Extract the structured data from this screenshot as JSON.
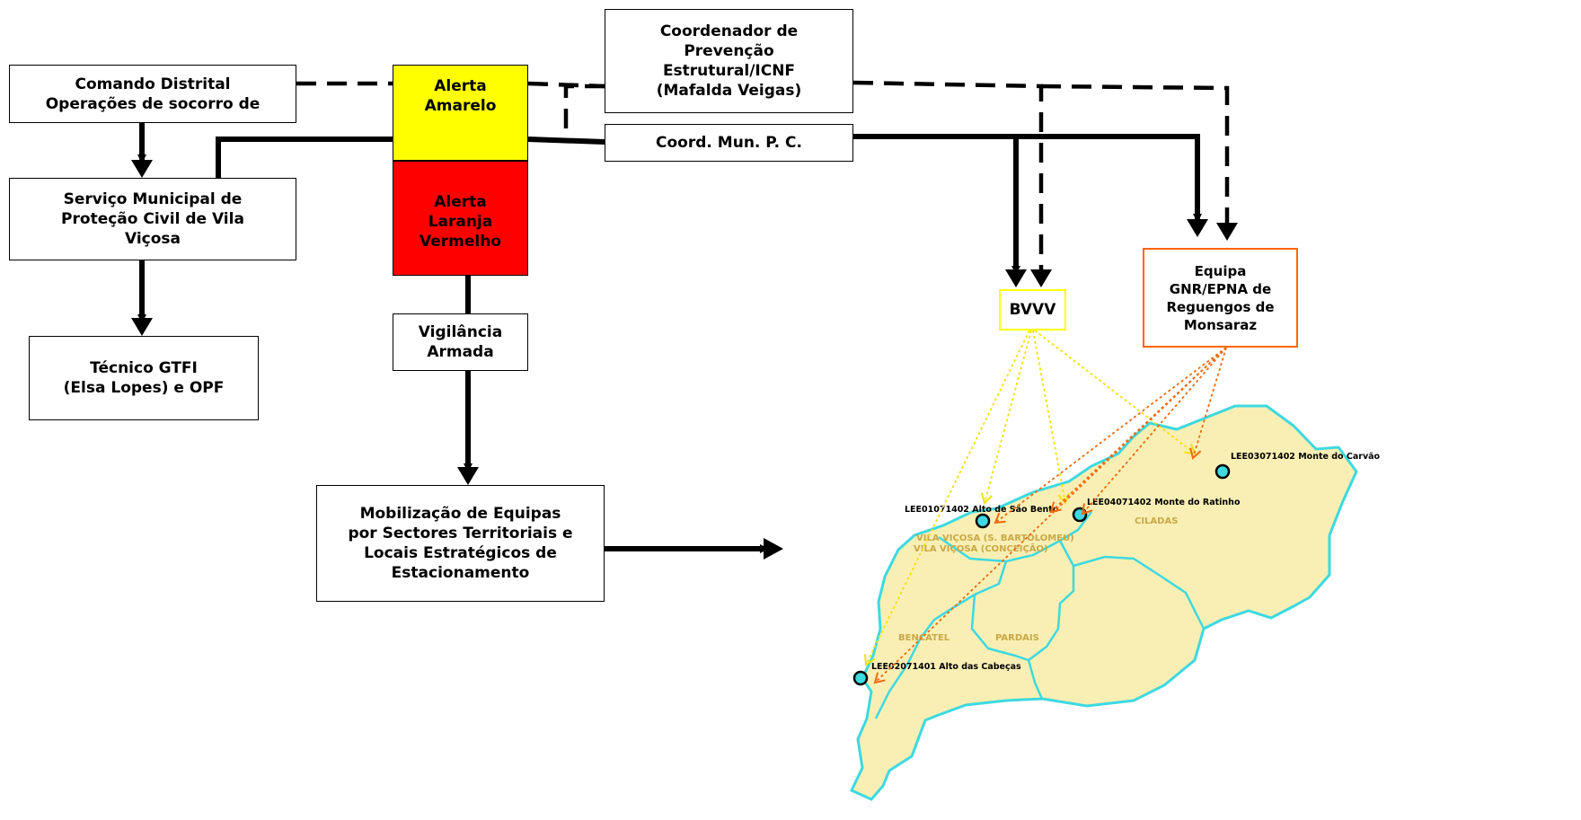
{
  "boxes": {
    "comando": "Comando Distrital\nOperações de socorro de",
    "servico": "Serviço Municipal de\nProteção Civil de Vila\nViçosa",
    "tecnico": "Técnico GTFI\n(Elsa Lopes) e OPF",
    "amarelo": "Alerta\nAmarelo",
    "laranja": "Alerta\nLaranja\nVermelho",
    "vigilancia": "Vigilância\nArmada",
    "mobilizacao": "Mobilização de Equipas\npor Sectores Territoriais e\nLocais Estratégicos de\nEstacionamento",
    "coordenador": "Coordenador de\nPrevenção\nEstrutural/ICNF\n(Mafalda Veigas)",
    "coord_mun": "Coord. Mun. P. C.",
    "bvvv": "BVVV",
    "equipa": "Equipa\nGNR/EPNA de\nReguengos de\nMonsaraz"
  },
  "map": {
    "posts": [
      "LEE01071402 Alto de São Bento",
      "LEE04071402 Monte do Ratinho",
      "LEE03071402 Monte do Carvão",
      "LEE02071401 Alto das Cabeças"
    ],
    "parishes": [
      "VILA VIÇOSA (S. BARTOLOMEU)",
      "VILA VIÇOSA (CONCEIÇÃO)",
      "CILADAS",
      "BENCATEL",
      "PARDAIS"
    ]
  },
  "colors": {
    "amarelo": "#ffff00",
    "laranja_vermelho": "#ff0000",
    "bvvv_border": "#ffff00",
    "equipa_border": "#ff6600",
    "map_fill": "#f9efb4",
    "map_outline": "#3dd9e0",
    "arrow_yellow": "#f2e20a",
    "arrow_orange": "#ee6a10"
  }
}
